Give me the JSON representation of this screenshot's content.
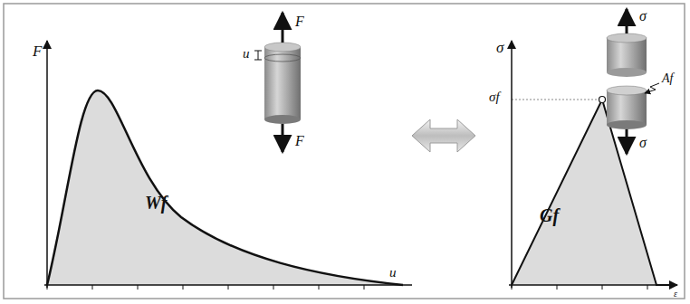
{
  "diagram": {
    "labels": [
      "F",
      "u",
      "F",
      "F",
      "Wf",
      "u",
      "σ",
      "σf",
      "σ",
      "σ",
      "Af",
      "Gf",
      "ε"
    ]
  }
}
